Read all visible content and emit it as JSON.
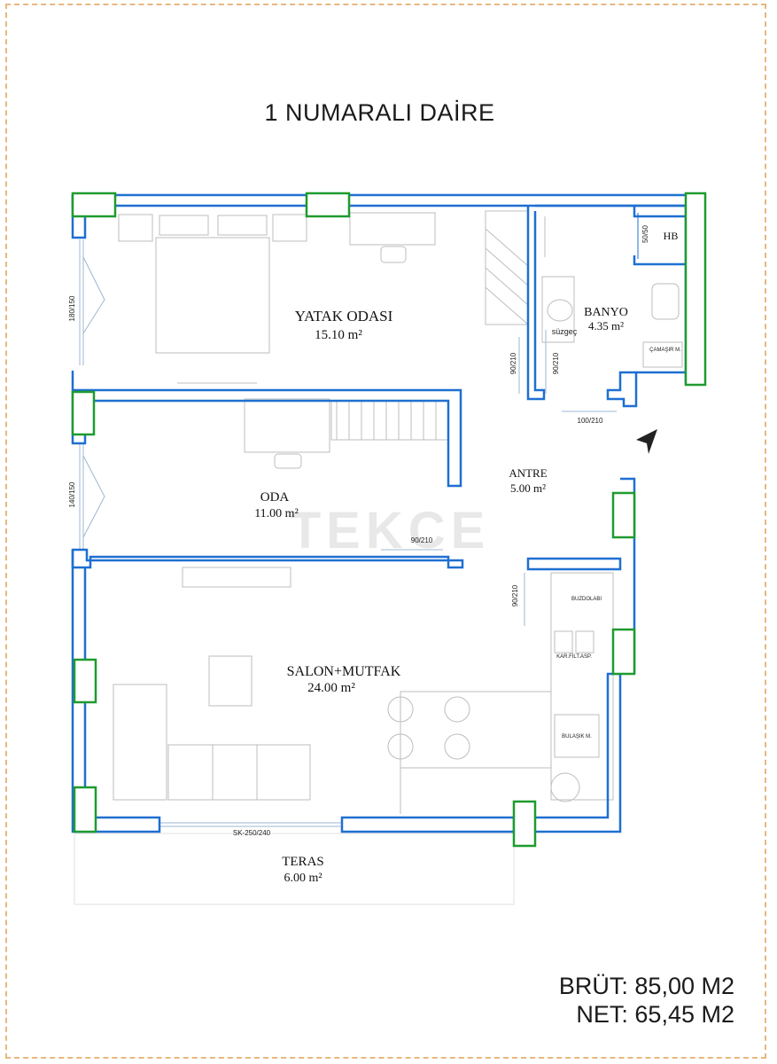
{
  "title": "1 NUMARALI DAİRE",
  "watermark": "TEKCE",
  "rooms": {
    "yatak_odasi": {
      "name": "YATAK ODASI",
      "area": "15.10 m²"
    },
    "banyo": {
      "name": "BANYO",
      "area": "4.35 m²"
    },
    "oda": {
      "name": "ODA",
      "area": "11.00 m²"
    },
    "antre": {
      "name": "ANTRE",
      "area": "5.00 m²"
    },
    "salon": {
      "name": "SALON+MUTFAK",
      "area": "24.00 m²"
    },
    "teras": {
      "name": "TERAS",
      "area": "6.00 m²"
    }
  },
  "labels": {
    "hb": "HB",
    "suzgec": "süzgeç",
    "camasir": "ÇAMAŞIR M.",
    "buzdolabi": "BUZDOLABI",
    "kar_filt": "KAR.FİLT.ASP.",
    "bulasik": "BULAŞIK M."
  },
  "dimensions": {
    "win_bedroom": "180/150",
    "win_oda": "140/150",
    "door_bedroom": "90/210",
    "door_bath": "90/210",
    "door_entry": "100/210",
    "win_hb": "50/50",
    "door_oda": "90/210",
    "door_salon": "90/210",
    "sliding": "SK-250/240"
  },
  "totals": {
    "brut": "BRÜT: 85,00 M2",
    "net": "NET: 65,45 M2"
  },
  "colors": {
    "wall": "#1f6fd1",
    "column": "#1e9b2e",
    "furniture": "#bdbdbd",
    "frame": "#e8b77f"
  }
}
